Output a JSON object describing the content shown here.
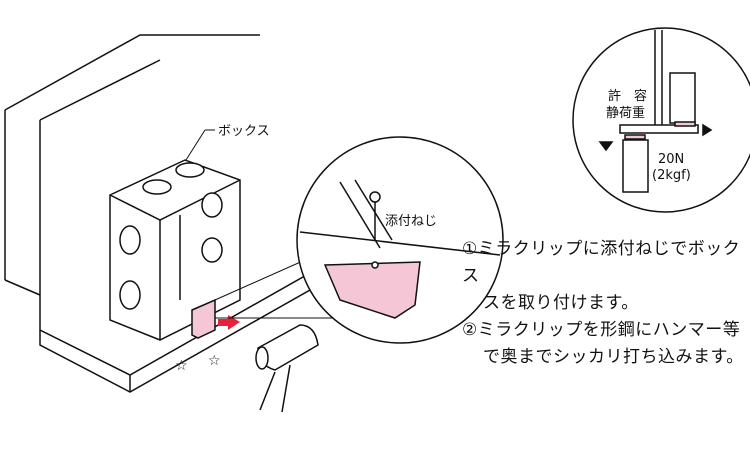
{
  "labels": {
    "box": "ボックス",
    "screw": "添付ねじ",
    "allowable_1": "許　容",
    "allowable_2": "静荷重",
    "load_1": "20N",
    "load_2": "(2kgf)"
  },
  "instructions": [
    {
      "line1": "①ミラクリップに添付ねじでボックス",
      "line2": "スを取り付けます。"
    },
    {
      "line1": "②ミラクリップを形鋼にハンマー等",
      "line2": "で奥までシッカリ打ち込みます。"
    }
  ],
  "colors": {
    "clip": "#f4c6d6",
    "arrow": "#e8203a"
  }
}
